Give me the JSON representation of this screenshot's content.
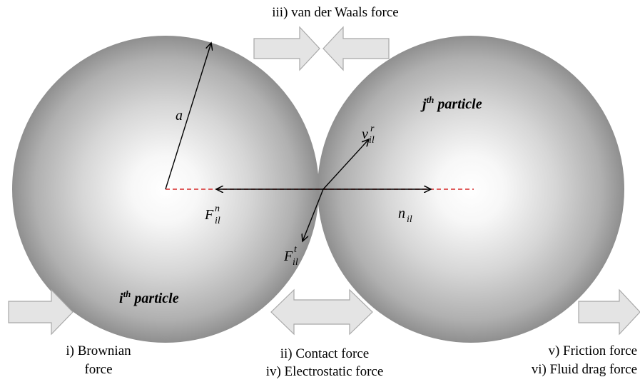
{
  "title": "iii) van der Waals force",
  "particles": {
    "i_base": "i",
    "i_sup": "th",
    "i_word": " particle",
    "j_base": "j",
    "j_sup": "th",
    "j_word": " particle"
  },
  "symbols": {
    "radius": "a",
    "normal_force_base": "F",
    "normal_force_sup": "n",
    "normal_force_sub": "il",
    "tangential_force_base": "F",
    "tangential_force_sup": "t",
    "tangential_force_sub": "il",
    "relative_velocity_base": "v",
    "relative_velocity_sup": "r",
    "relative_velocity_sub": "il",
    "normal_vector_base": "n",
    "normal_vector_sub": "il"
  },
  "captions": {
    "brownian_line1": "i) Brownian",
    "brownian_line2": "force",
    "contact": "ii) Contact force",
    "electrostatic": "iv) Electrostatic force",
    "friction": "v) Friction force",
    "fluid_drag": "vi) Fluid drag force"
  },
  "colors": {
    "sphere_center": "#ffffff",
    "sphere_edge": "#8f8f8f",
    "block_arrow_fill": "#e4e4e4",
    "block_arrow_stroke": "#a8a8a8",
    "center_line": "#d62828",
    "vector": "#000000"
  }
}
